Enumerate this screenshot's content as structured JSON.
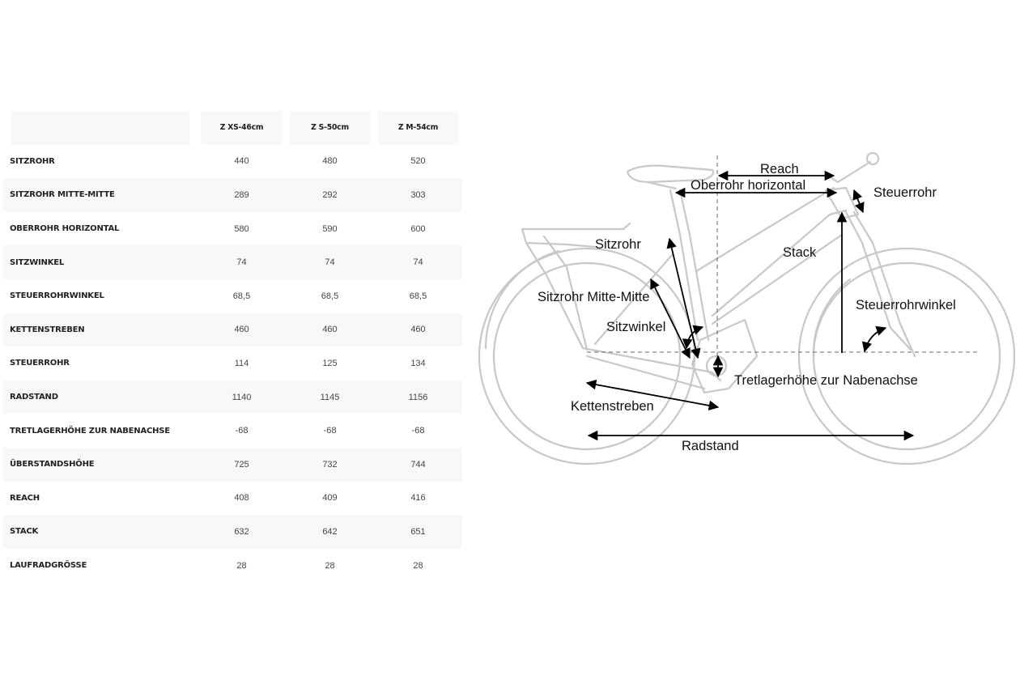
{
  "table": {
    "columns": [
      "",
      "Z XS-46cm",
      "Z S-50cm",
      "Z M-54cm"
    ],
    "rows": [
      {
        "label": "SITZROHR",
        "values": [
          "440",
          "480",
          "520"
        ]
      },
      {
        "label": "SITZROHR MITTE-MITTE",
        "values": [
          "289",
          "292",
          "303"
        ]
      },
      {
        "label": "OBERROHR HORIZONTAL",
        "values": [
          "580",
          "590",
          "600"
        ]
      },
      {
        "label": "SITZWINKEL",
        "values": [
          "74",
          "74",
          "74"
        ]
      },
      {
        "label": "STEUERROHRWINKEL",
        "values": [
          "68,5",
          "68,5",
          "68,5"
        ]
      },
      {
        "label": "KETTENSTREBEN",
        "values": [
          "460",
          "460",
          "460"
        ]
      },
      {
        "label": "STEUERROHR",
        "values": [
          "114",
          "125",
          "134"
        ]
      },
      {
        "label": "RADSTAND",
        "values": [
          "1140",
          "1145",
          "1156"
        ]
      },
      {
        "label": "TRETLAGERHÖHE ZUR NABENACHSE",
        "values": [
          "-68",
          "-68",
          "-68"
        ]
      },
      {
        "label": "ÜBERSTANDSHÖHE",
        "values": [
          "725",
          "732",
          "744"
        ]
      },
      {
        "label": "REACH",
        "values": [
          "408",
          "409",
          "416"
        ]
      },
      {
        "label": "STACK",
        "values": [
          "632",
          "642",
          "651"
        ]
      },
      {
        "label": "LAUFRADGRÖSSE",
        "values": [
          "28",
          "28",
          "28"
        ]
      }
    ]
  },
  "diagram": {
    "labels": {
      "reach": "Reach",
      "oberrohr": "Oberrohr horizontal",
      "steuerrohr": "Steuerrohr",
      "sitzrohr": "Sitzrohr",
      "stack": "Stack",
      "sitzrohr_mm": "Sitzrohr Mitte-Mitte",
      "steuerrohrwinkel": "Steuerrohrwinkel",
      "sitzwinkel": "Sitzwinkel",
      "tretlager": "Tretlagerhöhe zur Nabenachse",
      "kettenstreben": "Kettenstreben",
      "radstand": "Radstand"
    }
  }
}
